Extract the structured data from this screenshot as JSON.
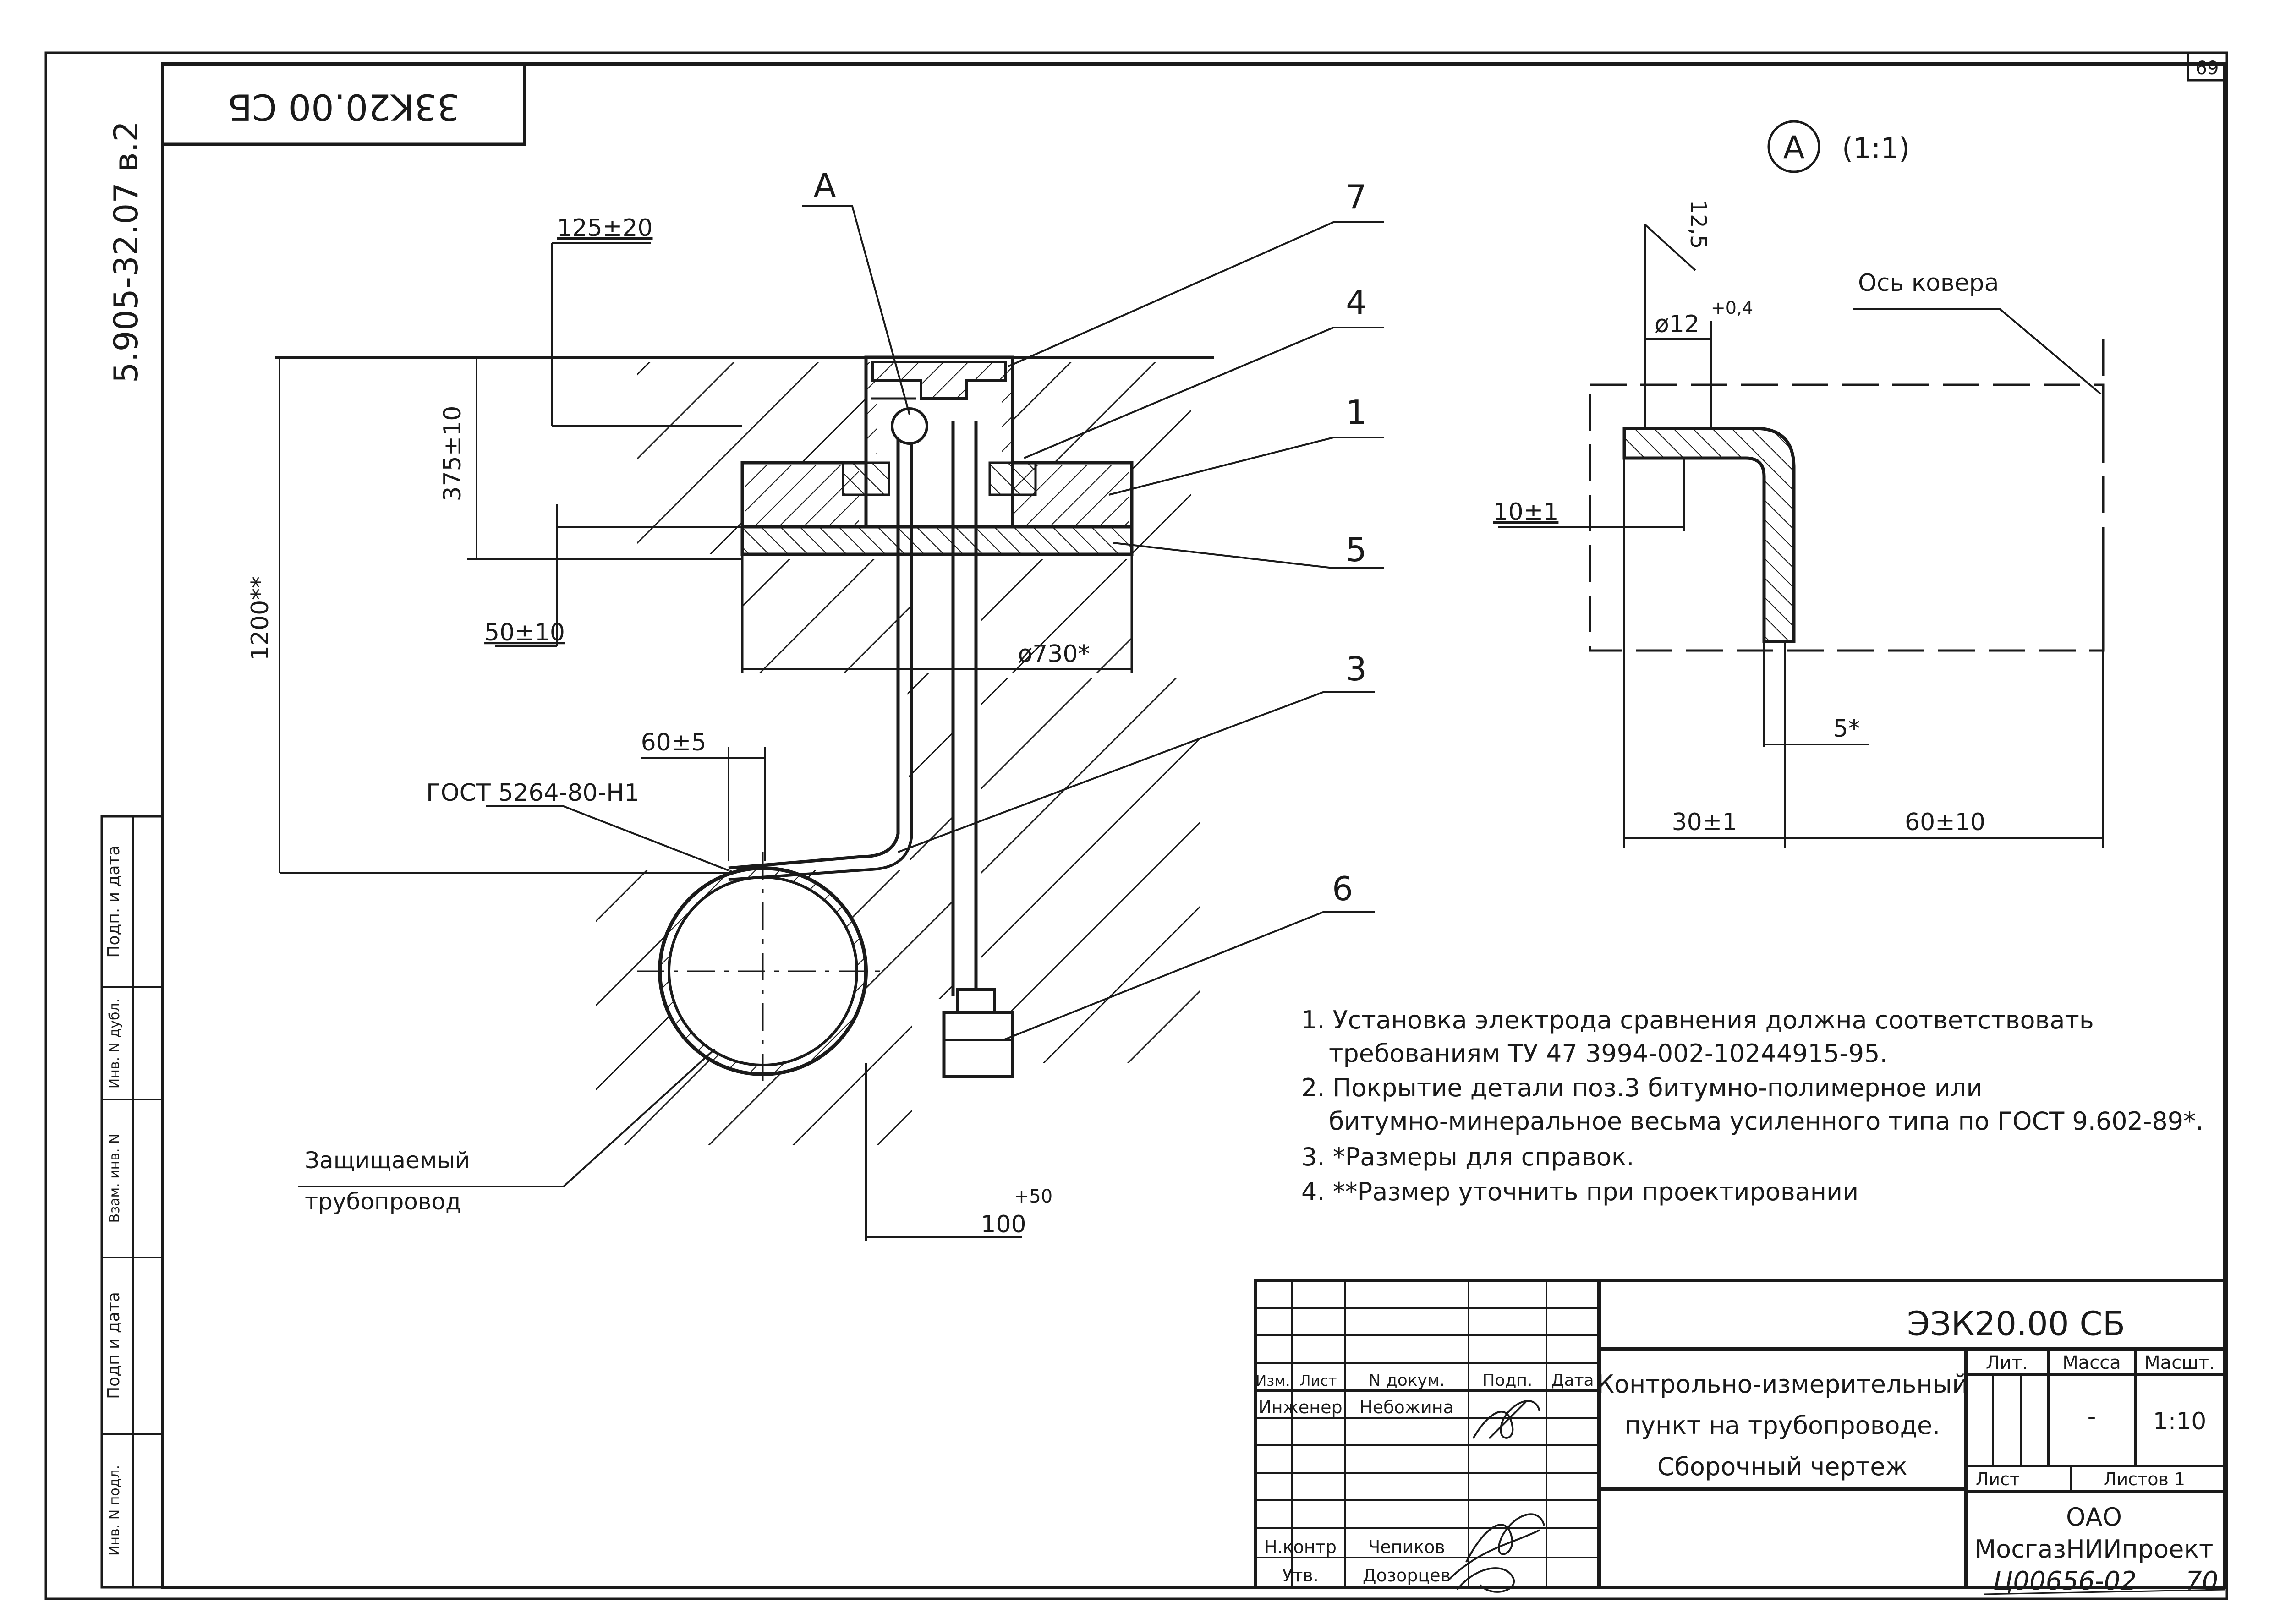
{
  "sheet": {
    "page_number": "69",
    "rotated_code": "33K20.00 СБ",
    "side_code": "5.905-32.07 в.2"
  },
  "main_view": {
    "labels": {
      "view_ref": "A",
      "pos7": "7",
      "pos4": "4",
      "pos1": "1",
      "pos5": "5",
      "pos3": "3",
      "pos6": "6"
    },
    "dims": {
      "d125": "125±20",
      "d375": "375±10",
      "d1200": "1200**",
      "d50": "50±10",
      "d730": "ø730*",
      "d60": "60±5",
      "d100": "100",
      "d100_tol": "+50"
    },
    "gost": "ГОСТ 5264-80-Н1",
    "pipe_label_1": "Защищаемый",
    "pipe_label_2": "трубопровод"
  },
  "detail_view": {
    "title_letter": "A",
    "title_scale": "(1:1)",
    "axis_label": "Ось ковера",
    "dims": {
      "d12_5": "12,5",
      "d12": "ø12",
      "d12_tol": "+0,4",
      "d10": "10±1",
      "d5": "5*",
      "d30": "30±1",
      "d60": "60±10"
    }
  },
  "notes": [
    "1. Установка электрода сравнения должна соответствовать",
    "требованиям ТУ 47 3994-002-10244915-95.",
    "2. Покрытие детали поз.3 битумно-полимерное или",
    "битумно-минеральное весьма усиленного типа по ГОСТ 9.602-89*.",
    "3. *Размеры для справок.",
    "4. **Размер уточнить при проектировании"
  ],
  "left_strip": [
    "Подп. и дата",
    "Инв. N дубл.",
    "Взам. инв. N",
    "Подп и дата",
    "Инв. N подл."
  ],
  "title_block": {
    "code": "ЭЗК20.00 СБ",
    "name": [
      "Контрольно-измерительный",
      "пункт на трубопроводе.",
      "Сборочный чертеж"
    ],
    "header": {
      "izm": "Изм.",
      "list": "Лист",
      "ndoc": "N докум.",
      "podp": "Подп.",
      "date": "Дата"
    },
    "roles": [
      {
        "role": "Инженер",
        "name": "Небожина"
      },
      {
        "role": "Н.контр",
        "name": "Чепиков"
      },
      {
        "role": "Утв.",
        "name": "Дозорцев"
      }
    ],
    "lit": "Лит.",
    "mass": "Масса",
    "scale_h": "Масшт.",
    "mass_val": "-",
    "scale_val": "1:10",
    "sheet": "Лист",
    "sheets": "Листов 1",
    "org1": "ОАО",
    "org2": "МосгазНИИпроект",
    "stamp": "Ц00656-02",
    "stamp_page": "70"
  }
}
